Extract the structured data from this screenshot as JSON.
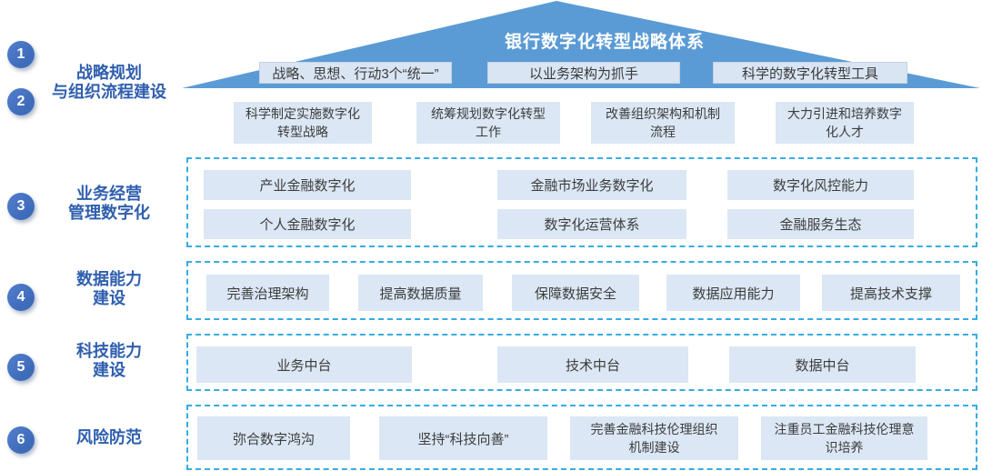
{
  "title": "银行数字化转型战略体系",
  "colors": {
    "roof_blue": "#5b9bd5",
    "box_background": "#dbe7f4",
    "dashed_border": "#36ace4",
    "badge_blue": "#4472c4",
    "label_blue": "#2f5fae",
    "box_text": "#3d3d3d",
    "title_text": "#ffffff"
  },
  "roof_bands": [
    "战略、思想、行动3个“统一”",
    "以业务架构为抓手",
    "科学的数字化转型工具"
  ],
  "badges": [
    "1",
    "2",
    "3",
    "4",
    "5",
    "6"
  ],
  "labels": {
    "strategy_org": "战略规划\n与组织流程建设",
    "business": "业务经营\n管理数字化",
    "data": "数据能力\n建设",
    "tech": "科技能力\n建设",
    "risk": "风险防范"
  },
  "strategy_actions": [
    "科学制定实施数字化\n转型战略",
    "统筹规划数字化转型\n工作",
    "改善组织架构和机制\n流程",
    "大力引进和培养数字\n化人才"
  ],
  "business_row_top": [
    "产业金融数字化",
    "金融市场业务数字化",
    "数字化风控能力"
  ],
  "business_row_bottom": [
    "个人金融数字化",
    "数字化运营体系",
    "金融服务生态"
  ],
  "data_capability": [
    "完善治理架构",
    "提高数据质量",
    "保障数据安全",
    "数据应用能力",
    "提高技术支撑"
  ],
  "tech_capability": [
    "业务中台",
    "技术中台",
    "数据中台"
  ],
  "risk_prevention": [
    "弥合数字鸿沟",
    "坚持“科技向善”",
    "完善金融科技伦理组织\n机制建设",
    "注重员工金融科技伦理意\n识培养"
  ]
}
